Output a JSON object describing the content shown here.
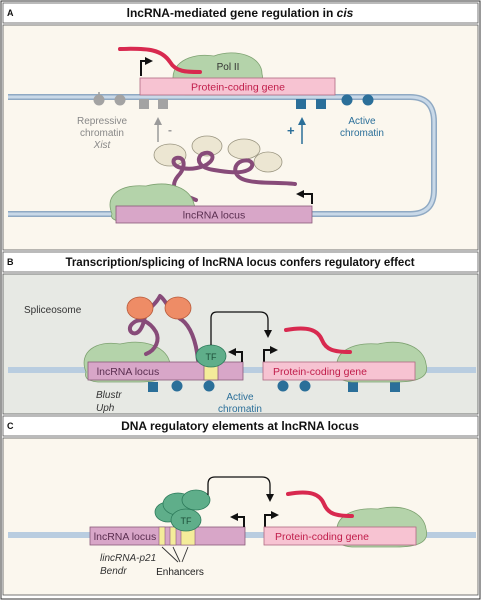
{
  "panels": {
    "a": {
      "letter": "A",
      "title_main": "lncRNA-mediated gene regulation in ",
      "title_italic": "cis",
      "pol2": "Pol II",
      "gene": "Protein-coding gene",
      "repressive_l1": "Repressive",
      "repressive_l2": "chromatin",
      "xist": "Xist",
      "minus": "-",
      "plus": "+",
      "active_l1": "Active",
      "active_l2": "chromatin",
      "lnc_locus": "lncRNA locus"
    },
    "b": {
      "letter": "B",
      "title": "Transcription/splicing of lncRNA locus confers regulatory effect",
      "spliceosome": "Spliceosome",
      "tf": "TF",
      "lnc_locus": "lncRNA locus",
      "gene": "Protein-coding gene",
      "example1": "Blustr",
      "example2": "Uph",
      "active_l1": "Active",
      "active_l2": "chromatin"
    },
    "c": {
      "letter": "C",
      "title": "DNA regulatory elements at lncRNA locus",
      "tf": "TF",
      "lnc_locus": "lncRNA locus",
      "gene": "Protein-coding gene",
      "example1": "lincRNA-p21",
      "example2": "Bendr",
      "enhancers": "Enhancers"
    }
  },
  "colors": {
    "frame": "#333333",
    "panel_bg_light": "#fbf7ee",
    "panel_bg_grey": "#e7e9e4",
    "title_bar_bg": "#ffffff",
    "dna": "#b9cde0",
    "dna_edge": "#8fa9c3",
    "lnc_box": "#d8a6c8",
    "lnc_edge": "#8a5a7a",
    "gene_box": "#f7c3d2",
    "gene_edge": "#b06a82",
    "polymerase": "#b4d3aa",
    "poly_edge": "#7ea271",
    "mrna": "#d8294f",
    "lnc_rna": "#874b79",
    "tf": "#5fae8a",
    "tf_edge": "#2c7a5a",
    "enhancer": "#f4ec9a",
    "repressive": "#a3a3a3",
    "active": "#2b6f99",
    "spliceosome": "#ee8c66",
    "protein_grey": "#ece6d2"
  }
}
